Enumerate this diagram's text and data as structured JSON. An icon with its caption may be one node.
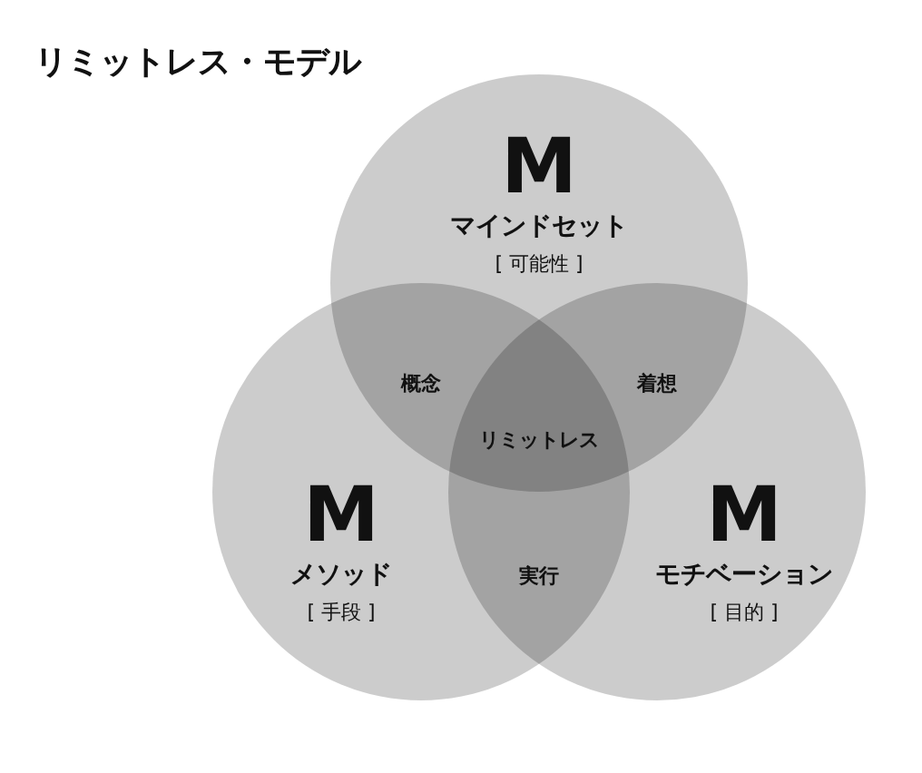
{
  "diagram": {
    "title": "リミットレス・モデル",
    "nodes": [
      {
        "text": [
          "M",
          "マインドセット",
          "[ 可能性 ]"
        ]
      },
      {
        "text": [
          "M",
          "メソッド",
          "[ 手段 ]"
        ]
      },
      {
        "text": [
          "M",
          "モチベーション",
          "[ 目的 ]"
        ]
      }
    ],
    "labels": [
      "概念",
      "着想",
      "リミットレス",
      "実行"
    ]
  }
}
